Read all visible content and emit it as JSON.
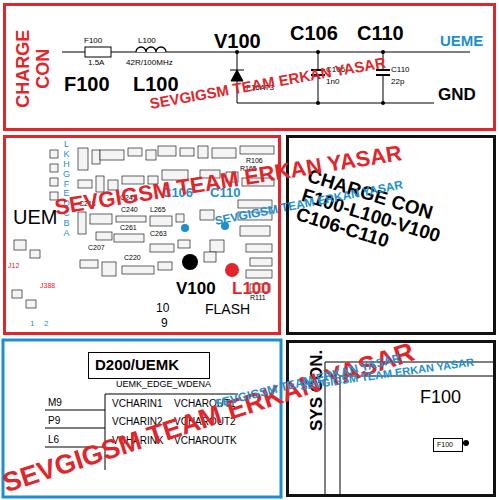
{
  "diagram": {
    "nodes": [
      {
        "text": [
          "CHARGE CON"
        ]
      },
      {
        "text": [
          "UEM"
        ]
      },
      {
        "text": [
          "CHARGE CON F100-L100-V100 C106-C110"
        ]
      },
      {
        "text": [
          "D200/UEMK"
        ]
      },
      {
        "text": [
          "SYS CON."
        ]
      },
      {
        "text": [
          "F100"
        ],
        "in": 4
      }
    ],
    "labels": [
      "F100",
      "1.5A",
      "L100",
      "42R/100MHz",
      "F100",
      "L100",
      "V100",
      "C106",
      "C110",
      "UEME",
      "F16AT3",
      "C106",
      "1n0",
      "C110",
      "22p",
      "GND",
      "LKHGFEDCBA",
      "C106",
      "C110",
      "V100",
      "L100",
      "FLASH",
      "10",
      "9",
      "C218",
      "C207",
      "C241",
      "C240",
      "C261",
      "C263",
      "L265",
      "C220",
      "R106",
      "R165",
      "R111",
      "J12",
      "J388",
      "1",
      "2",
      "UEMK_EDGE_WDENA",
      "M9",
      "P9",
      "L6",
      "VCHARIN1",
      "VCHARIN2",
      "VCHARINK",
      "VCHAROUT1",
      "VCHAROUT2",
      "VCHAROUTK",
      "F100",
      "SEVGIGSM TEAM ERKAN YASAR",
      "SEVGIGSM TEAM ERKAN YASAR",
      "SEVGIGSM TEAM ERKAN YASAR",
      "SEVGIGSM TEAM ERKAN YASAR",
      "SEVGIGSM TEAM ERKAN YASAR",
      "SEVGIGSM TEAM ERKAN YASAR"
    ]
  }
}
